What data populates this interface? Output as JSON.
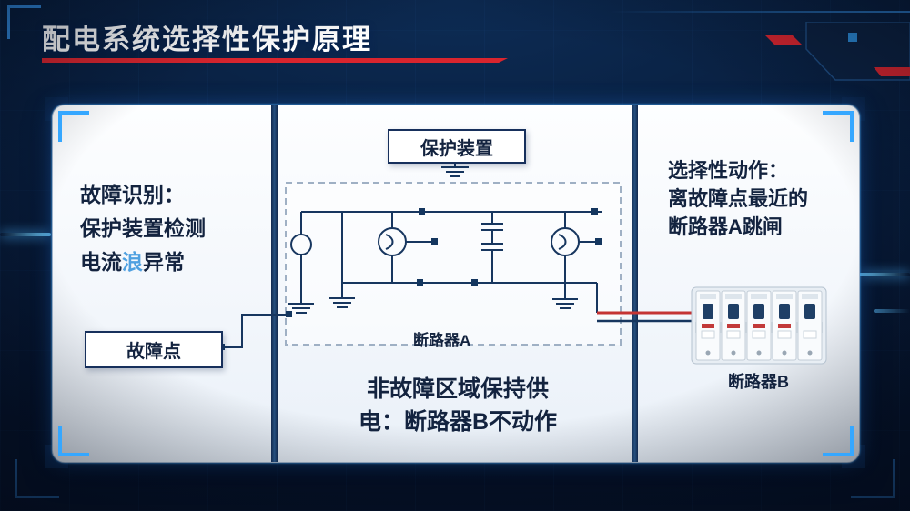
{
  "header": {
    "title": "配电系统选择性保护原理"
  },
  "sections": {
    "left": {
      "heading_line1": "故障识别：",
      "heading_line2": "保护装置检测",
      "current_pre": "电流",
      "current_highlight": "浪",
      "current_post": "异常",
      "fault_point_label": "故障点"
    },
    "middle": {
      "protection_label": "保护装置",
      "breaker_a_label": "断路器A",
      "bottom_line1": "非故障区域保持供",
      "bottom_line2": "电：断路器B不动作"
    },
    "right": {
      "line1": "选择性动作：",
      "line2": "离故障点最近的",
      "line3": "断路器A跳闸",
      "breaker_b_label": "断路器B"
    }
  },
  "colors": {
    "accent_red": "#d9252e",
    "accent_blue": "#35a7ff",
    "highlight_blue": "#4fa0e0",
    "ink": "#13233f",
    "panel_bg": "#f4f8fc",
    "background": "#081d3c"
  }
}
